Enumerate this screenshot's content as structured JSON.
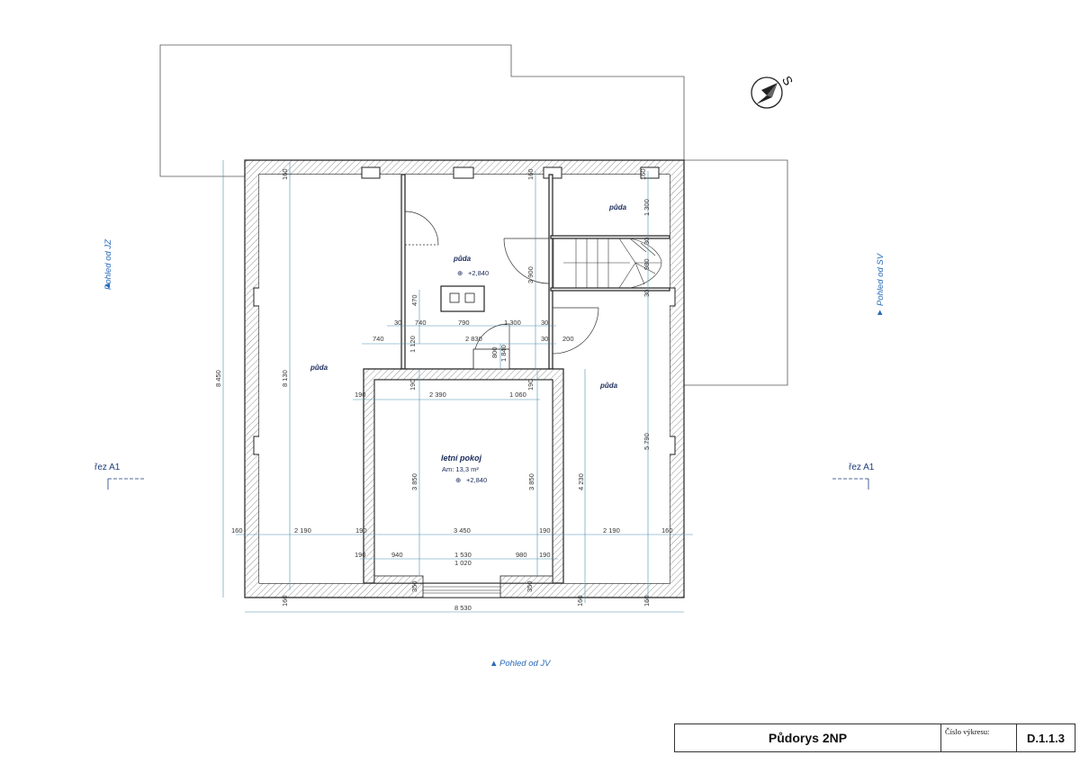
{
  "drawing": {
    "title": "Půdorys 2NP",
    "number_label": "Číslo výkresu:",
    "number": "D.1.1.3"
  },
  "north_arrow": {
    "label": "S"
  },
  "views": {
    "left": "Pohled od JZ",
    "right": "Pohled od SV",
    "bottom": "Pohled od JV"
  },
  "section_cuts": {
    "left": "řez A1",
    "right": "řez A1"
  },
  "rooms": {
    "attic_left": "půda",
    "attic_center": "půda",
    "attic_center_level": "+2,840",
    "attic_top_right": "půda",
    "attic_right": "půda",
    "summer_room": "letní pokoj",
    "summer_room_area": "Am:   13,3 m²",
    "summer_room_level": "+2,840"
  },
  "dimensions": {
    "top_left_160": "160",
    "top_mid_160": "160",
    "top_right_160": "160",
    "d_1300": "1 300",
    "d_30_a": "30",
    "d_980": "980",
    "d_30_b": "30",
    "d_3900": "3 900",
    "d_470": "470",
    "row1_30a": "30",
    "row1_740": "740",
    "row1_790": "790",
    "row1_1300": "1 300",
    "row1_30b": "30",
    "row2_740": "740",
    "row2_1120": "1 120",
    "row2_2830": "2 830",
    "row2_30": "30",
    "row2_200": "200",
    "d_800": "800",
    "d_1840": "1 840",
    "d_8450": "8 450",
    "d_8130": "8 130",
    "row3_190a": "190",
    "row3_190b": "190",
    "row3_2390": "2 390",
    "row3_1060": "1 060",
    "row3_190c": "190",
    "d_5790": "5 790",
    "d_4230": "4 230",
    "d_3850_l": "3 850",
    "d_3850_r": "3 850",
    "row4_160a": "160",
    "row4_2190a": "2 190",
    "row4_190a": "190",
    "row4_3450": "3 450",
    "row4_190b": "190",
    "row4_2190b": "2 190",
    "row4_160b": "160",
    "row5_190a": "190",
    "row5_940": "940",
    "row5_1530": "1 530",
    "row5_1020": "1 020",
    "row5_980": "980",
    "row5_190b": "190",
    "bot_350a": "350",
    "bot_350b": "350",
    "bot_160a": "160",
    "bot_160b": "160",
    "bot_160c": "160",
    "d_8530": "8 530"
  }
}
